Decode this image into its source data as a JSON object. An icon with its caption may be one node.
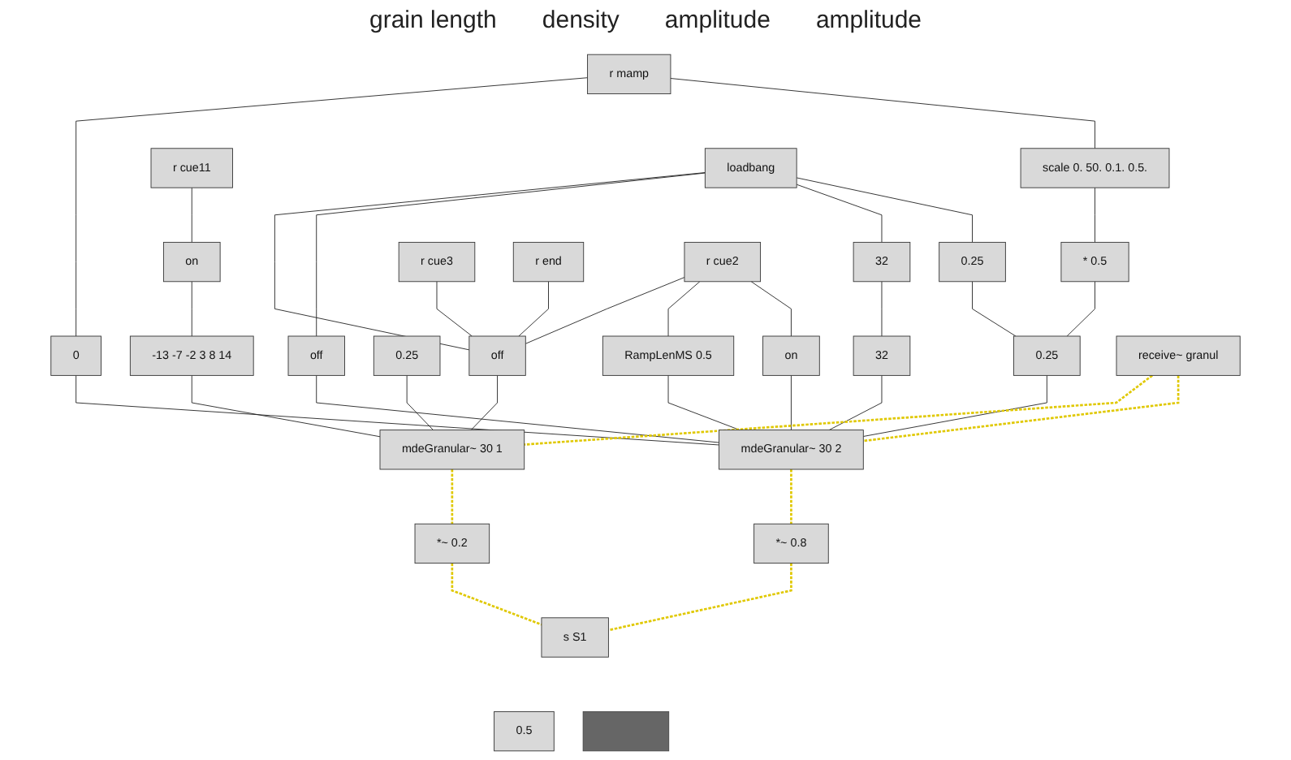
{
  "diagram": {
    "nodes": [
      {
        "text": [
          "r cue2"
        ]
      },
      {
        "text": [
          "loadbang"
        ]
      },
      {
        "text": [
          "r cue11"
        ]
      },
      {
        "text": [
          "r end"
        ]
      },
      {
        "text": [
          "receive~ granul"
        ]
      },
      {
        "text": [
          "r cue3"
        ]
      },
      {
        "text": [
          "RampLenMS 0.5"
        ]
      },
      {
        "text": [
          "off"
        ]
      },
      {
        "text": [
          "on"
        ]
      },
      {
        "text": [
          "off"
        ]
      },
      {
        "text": [
          "on"
        ]
      },
      {
        "text": [
          "32"
        ]
      },
      {
        "text": [
          "r mamp"
        ]
      },
      {
        "text": [
          "0.25"
        ]
      },
      {
        "text": [
          "scale 0. 50. 0.1. 0.5."
        ]
      },
      {
        "text": [
          "-13 -7 -2 3 8 14"
        ]
      },
      {
        "text": [
          "0.25"
        ]
      },
      {
        "text": [
          "32"
        ]
      },
      {
        "text": [
          "0"
        ]
      },
      {
        "text": [
          "0.25"
        ]
      },
      {
        "text": [
          "* 0.5"
        ]
      },
      {
        "text": [
          "mdeGranular~ 30 1"
        ]
      },
      {
        "text": [
          "mdeGranular~ 30 2"
        ]
      },
      {
        "text": [
          "0.5"
        ]
      },
      {
        "text": [
          "*~ 0.2"
        ]
      },
      {
        "text": [
          "*~ 0.8"
        ]
      },
      {
        "text": [
          "s S1"
        ]
      },
      {
        "text": [],
        "shape": "bar"
      }
    ],
    "edges": [
      {
        "from": 0,
        "to": 7,
        "arrow": "none"
      },
      {
        "from": 0,
        "to": 6,
        "arrow": "none"
      },
      {
        "from": 0,
        "to": 10,
        "arrow": "none"
      },
      {
        "from": 1,
        "to": 7,
        "arrow": "none"
      },
      {
        "from": 1,
        "to": 9,
        "arrow": "none"
      },
      {
        "from": 1,
        "to": 11,
        "arrow": "none"
      },
      {
        "from": 1,
        "to": 13,
        "arrow": "none"
      },
      {
        "from": 2,
        "to": 8,
        "arrow": "none"
      },
      {
        "from": 3,
        "to": 7,
        "arrow": "none"
      },
      {
        "from": 5,
        "to": 7,
        "arrow": "none"
      },
      {
        "from": 7,
        "to": 21,
        "arrow": "none"
      },
      {
        "from": 8,
        "to": 15,
        "arrow": "none"
      },
      {
        "from": 15,
        "to": 21,
        "arrow": "none"
      },
      {
        "from": 16,
        "to": 21,
        "arrow": "none"
      },
      {
        "from": 6,
        "to": 22,
        "arrow": "none"
      },
      {
        "from": 9,
        "to": 22,
        "arrow": "none"
      },
      {
        "from": 10,
        "to": 22,
        "arrow": "none"
      },
      {
        "from": 11,
        "to": 17,
        "arrow": "none"
      },
      {
        "from": 17,
        "to": 22,
        "arrow": "none"
      },
      {
        "from": 12,
        "to": 18,
        "arrow": "none"
      },
      {
        "from": 12,
        "to": 14,
        "arrow": "none"
      },
      {
        "from": 14,
        "to": 20,
        "arrow": "none"
      },
      {
        "from": 20,
        "to": 19,
        "arrow": "none"
      },
      {
        "from": 13,
        "to": 19,
        "arrow": "none"
      },
      {
        "from": 18,
        "to": 22,
        "arrow": "none"
      },
      {
        "from": 19,
        "to": 22,
        "arrow": "none"
      },
      {
        "from": 4,
        "to": 21,
        "arrow": "none",
        "style": "dashed",
        "color": "#e0c800"
      },
      {
        "from": 4,
        "to": 22,
        "arrow": "none",
        "style": "dashed",
        "color": "#e0c800"
      },
      {
        "from": 21,
        "to": 24,
        "arrow": "none",
        "style": "dashed",
        "color": "#e0c800"
      },
      {
        "from": 22,
        "to": 25,
        "arrow": "none",
        "style": "dashed",
        "color": "#e0c800"
      },
      {
        "from": 24,
        "to": 26,
        "arrow": "none",
        "style": "dashed",
        "color": "#e0c800"
      },
      {
        "from": 25,
        "to": 26,
        "arrow": "none",
        "style": "dashed",
        "color": "#e0c800"
      }
    ],
    "labels": [
      "grain length",
      "density",
      "amplitude",
      "amplitude"
    ]
  }
}
